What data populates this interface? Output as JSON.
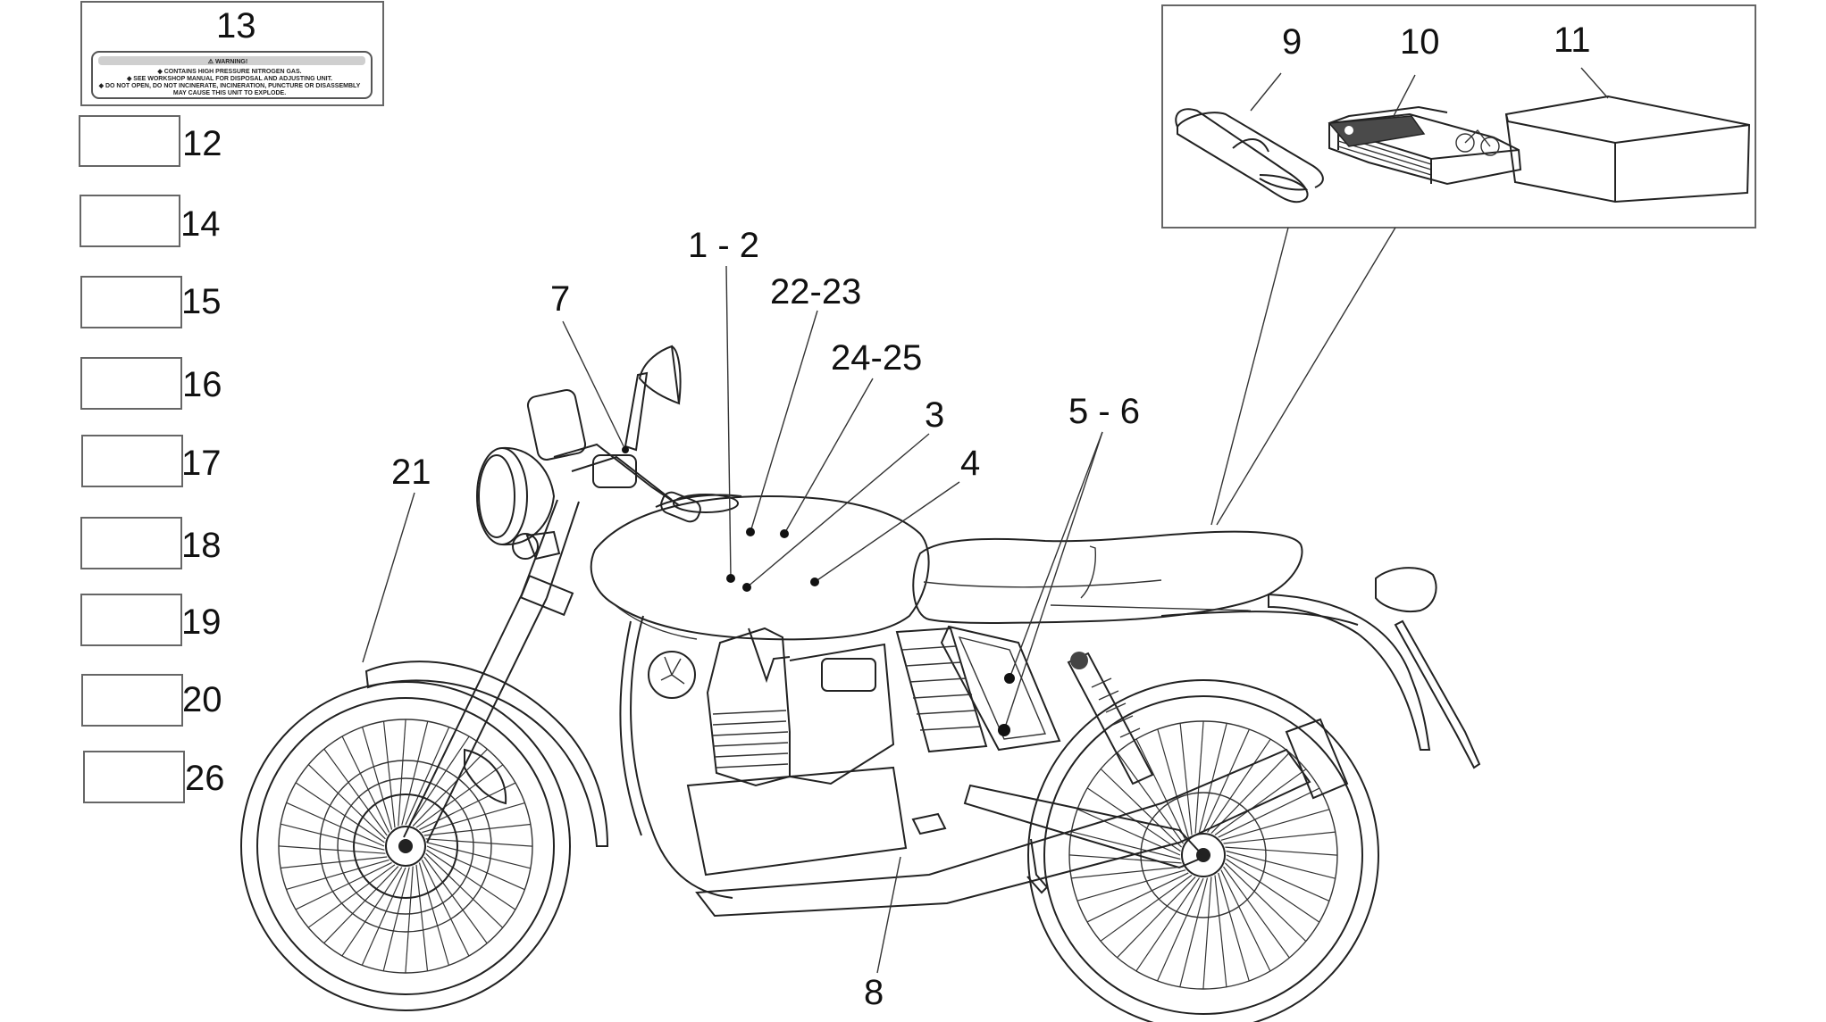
{
  "callouts": {
    "c1_2": "1 - 2",
    "c3": "3",
    "c4": "4",
    "c5_6": "5 - 6",
    "c7": "7",
    "c8": "8",
    "c9": "9",
    "c10": "10",
    "c11": "11",
    "c12": "12",
    "c13": "13",
    "c14": "14",
    "c15": "15",
    "c16": "16",
    "c17": "17",
    "c18": "18",
    "c19": "19",
    "c20": "20",
    "c21": "21",
    "c22_23": "22-23",
    "c24_25": "24-25",
    "c26": "26"
  },
  "warning_label": {
    "heading": "⚠ WARNING!",
    "line1": "◆ CONTAINS HIGH PRESSURE NITROGEN GAS.",
    "line2": "◆ SEE WORKSHOP MANUAL FOR DISPOSAL AND ADJUSTING UNIT.",
    "line3": "◆ DO NOT OPEN, DO NOT INCINERATE, INCINERATION, PUNCTURE OR DISASSEMBLY",
    "line4": "MAY CAUSE THIS UNIT TO EXPLODE."
  }
}
